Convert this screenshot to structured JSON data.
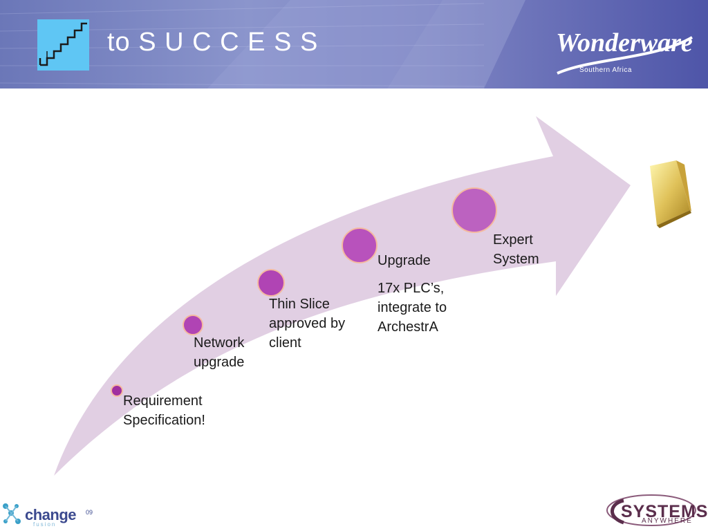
{
  "header": {
    "title_prefix": "to",
    "title_main": "S U C C E S S",
    "logo_text": "Wonderware",
    "logo_subtitle": "Southern Africa",
    "icon": "stairs-icon"
  },
  "milestones": [
    {
      "lines": "Requirement\nSpecification!"
    },
    {
      "lines": "Network\nupgrade"
    },
    {
      "lines": "Thin Slice\napproved by\nclient"
    },
    {
      "heading": "Upgrade",
      "lines": "17x PLC’s,\nintegrate to\nArchestrA"
    },
    {
      "lines": "Expert\nSystem"
    }
  ],
  "goal_icon": "gold-bar-icon",
  "footer": {
    "left_brand": "change",
    "left_version": "09",
    "left_sub": "fusion",
    "right_brand": "SYSTEMS",
    "right_sub": "ANYWHERE"
  },
  "colors": {
    "arrow": "#e1cfe3",
    "circle_fill": "#b044b4",
    "circle_stroke": "#f4b9a0",
    "header_blue": "#6b77b8",
    "stairs_tile": "#5fc6f4"
  }
}
